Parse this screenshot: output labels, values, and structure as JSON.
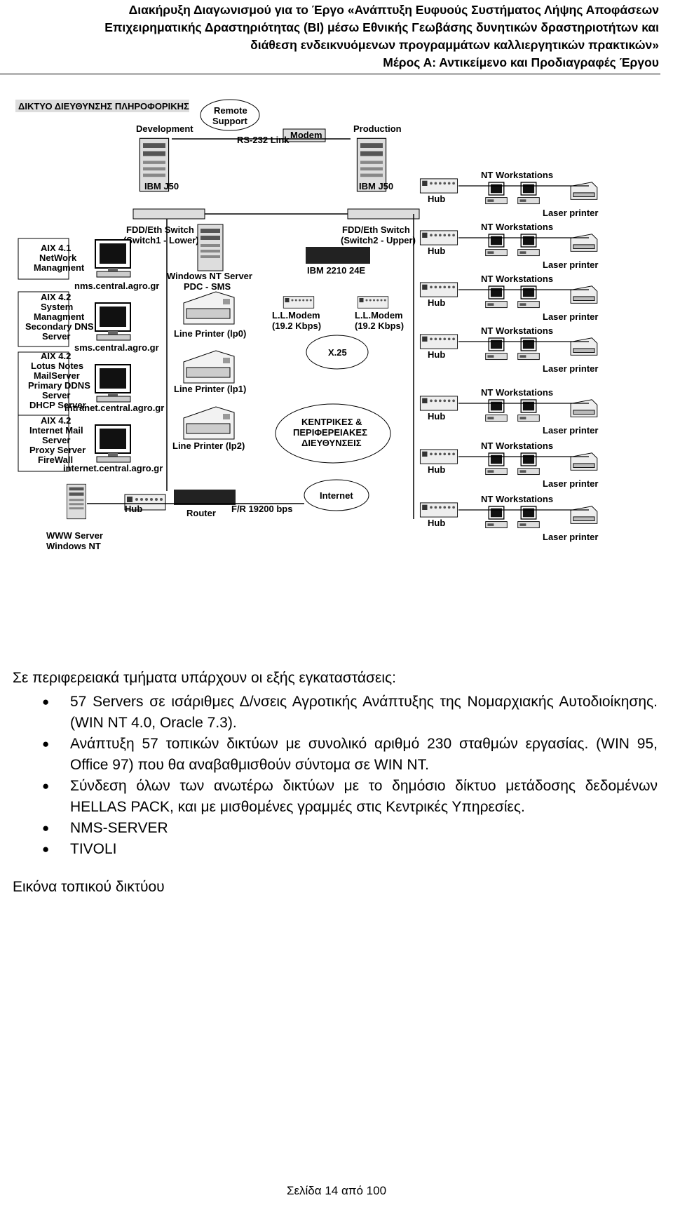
{
  "header": {
    "line1": "Διακήρυξη Διαγωνισμού για το Έργο «Ανάπτυξη Ευφυούς Συστήματος Λήψης Αποφάσεων",
    "line2": "Επιχειρηματικής Δραστηριότητας (BI) μέσω Εθνικής Γεωβάσης δυνητικών δραστηριοτήτων και",
    "line3": "διάθεση ενδεικνυόμενων προγραμμάτων καλλιεργητικών πρακτικών»",
    "line4": "Μέρος Α: Αντικείμενο και Προδιαγραφές Έργου"
  },
  "diagram": {
    "title": "ΔΙΚΤΥΟ ΔΙΕΥΘΥΝΣΗΣ ΠΛΗΡΟΦΟΡΙΚΗΣ",
    "remote_support": [
      "Remote",
      "Support"
    ],
    "modem": "Modem",
    "rs232": "RS-232 Link",
    "development": "Development",
    "production": "Production",
    "ibm_left": "IBM  J50",
    "ibm_right": "IBM  J50",
    "switch_left": [
      "FDD/Eth  Switch",
      "(Switch1 - Lower)"
    ],
    "switch_right": [
      "FDD/Eth  Switch",
      "(Switch2 - Upper)"
    ],
    "ibm2210": "IBM 2210 24E",
    "nt_server": [
      "Windows NT Server",
      "PDC - SMS"
    ],
    "line_printers": [
      "Line Printer (lp0)",
      "Line Printer (lp1)",
      "Line Printer (lp2)"
    ],
    "llmodem_left": [
      "L.L.Modem",
      "(19.2 Kbps)"
    ],
    "llmodem_right": [
      "L.L.Modem",
      "(19.2 Kbps)"
    ],
    "x25": "X.25",
    "regional": [
      "ΚΕΝΤΡΙΚΕΣ &",
      "ΠΕΡΙΦΕΡΕΙΑΚΕΣ",
      "ΔΙΕΥΘΥΝΣΕΙΣ"
    ],
    "servers": [
      {
        "lines": [
          "AIX 4.1",
          "NetWork",
          "Managment"
        ],
        "host": "nms.central.agro.gr"
      },
      {
        "lines": [
          "AIX 4.2",
          "System",
          "Managment",
          "Secondary DNS",
          "Server"
        ],
        "host": "sms.central.agro.gr"
      },
      {
        "lines": [
          "AIX 4.2",
          "Lotus Notes",
          "MailServer",
          "Primary DDNS",
          "Server",
          "DHCP Server"
        ],
        "host": "intranet.central.agro.gr"
      },
      {
        "lines": [
          "AIX 4.2",
          "Internet Mail",
          "Server",
          "Proxy Server",
          "FireWall"
        ],
        "host": "internet.central.agro.gr"
      }
    ],
    "www_server": [
      "WWW Server",
      "Windows NT"
    ],
    "hub": "Hub",
    "router": "Router",
    "fr": "F/R 19200 bps",
    "internet": "Internet",
    "nt_workstations": "NT Workstations",
    "laser_printer": "Laser printer"
  },
  "body": {
    "intro": "Σε περιφερειακά τμήματα υπάρχουν οι εξής εγκαταστάσεις:",
    "bullets": [
      "57 Servers σε ισάριθμες Δ/νσεις Αγροτικής Ανάπτυξης της Νομαρχιακής Αυτοδιοίκησης. (WIN NT 4.0, Oracle 7.3).",
      "Ανάπτυξη 57 τοπικών δικτύων με συνολικό αριθμό 230 σταθμών εργασίας. (WIN 95, Office 97) που θα αναβαθμισθούν σύντομα σε WIN NT.",
      "Σύνδεση όλων των ανωτέρω δικτύων με το δημόσιο δίκτυο μετάδοσης δεδομένων HELLAS PACK, και με μισθομένες γραμμές στις Κεντρικές Υπηρεσίες.",
      "NMS-SERVER",
      "TIVOLI"
    ],
    "caption": "Εικόνα τοπικού δικτύου"
  },
  "footer": "Σελίδα 14 από 100"
}
